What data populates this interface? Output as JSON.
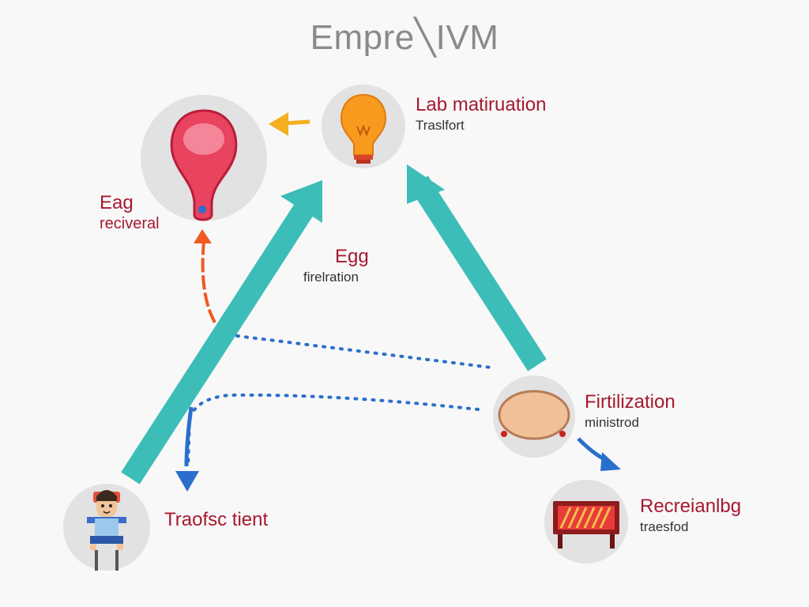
{
  "title": "Empre╲IVM",
  "colors": {
    "teal": "#3dbdb8",
    "red_label": "#a6192e",
    "blue": "#2a6fcc",
    "orange": "#f08a24",
    "node_bg": "#e2e2e2"
  },
  "nodes": {
    "egg_retrieval": {
      "title": "Eag",
      "subtitle": "reciveral",
      "icon": "ovary-organ-icon"
    },
    "lab_maturation": {
      "title": "Lab matiruation",
      "subtitle": "Traslfort",
      "icon": "lightbulb-icon"
    },
    "egg_fertilization": {
      "title": "Egɡ",
      "subtitle": "firelration"
    },
    "fertilization": {
      "title": "Firtilization",
      "subtitle": "ministrod",
      "icon": "egg-dish-icon"
    },
    "transfer_patient": {
      "title": "Traofsc tient",
      "icon": "patient-chair-icon"
    },
    "recreation": {
      "title": "Recreianlbg",
      "subtitle": "traesfod",
      "icon": "incubator-icon"
    }
  }
}
